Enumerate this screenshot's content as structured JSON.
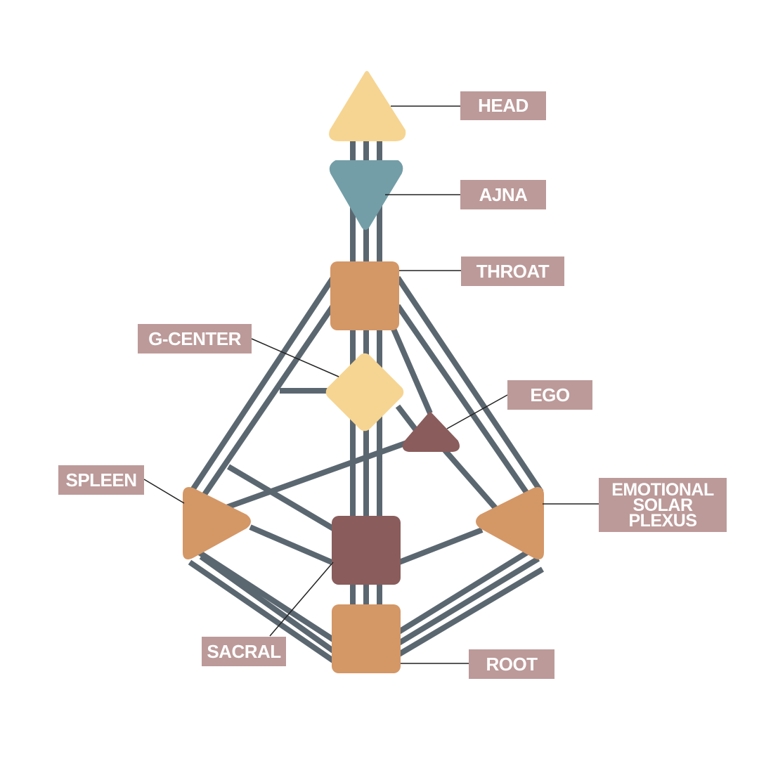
{
  "colors": {
    "channel": "#5b6770",
    "leader": "#222222",
    "label_bg": "#bc9a99",
    "label_text": "#ffffff",
    "head": "#f6d592",
    "ajna": "#739ea7",
    "throat": "#d49766",
    "g_center": "#f6d592",
    "ego": "#8a5c5c",
    "spleen": "#d49766",
    "solar_plexus": "#d49766",
    "sacral": "#8a5c5c",
    "root": "#d49766"
  },
  "labels": {
    "head": "HEAD",
    "ajna": "AJNA",
    "throat": "THROAT",
    "g_center": "G-CENTER",
    "ego": "EGO",
    "spleen": "SPLEEN",
    "solar_plexus": [
      "EMOTIONAL",
      "SOLAR",
      "PLEXUS"
    ],
    "sacral": "SACRAL",
    "root": "ROOT"
  }
}
